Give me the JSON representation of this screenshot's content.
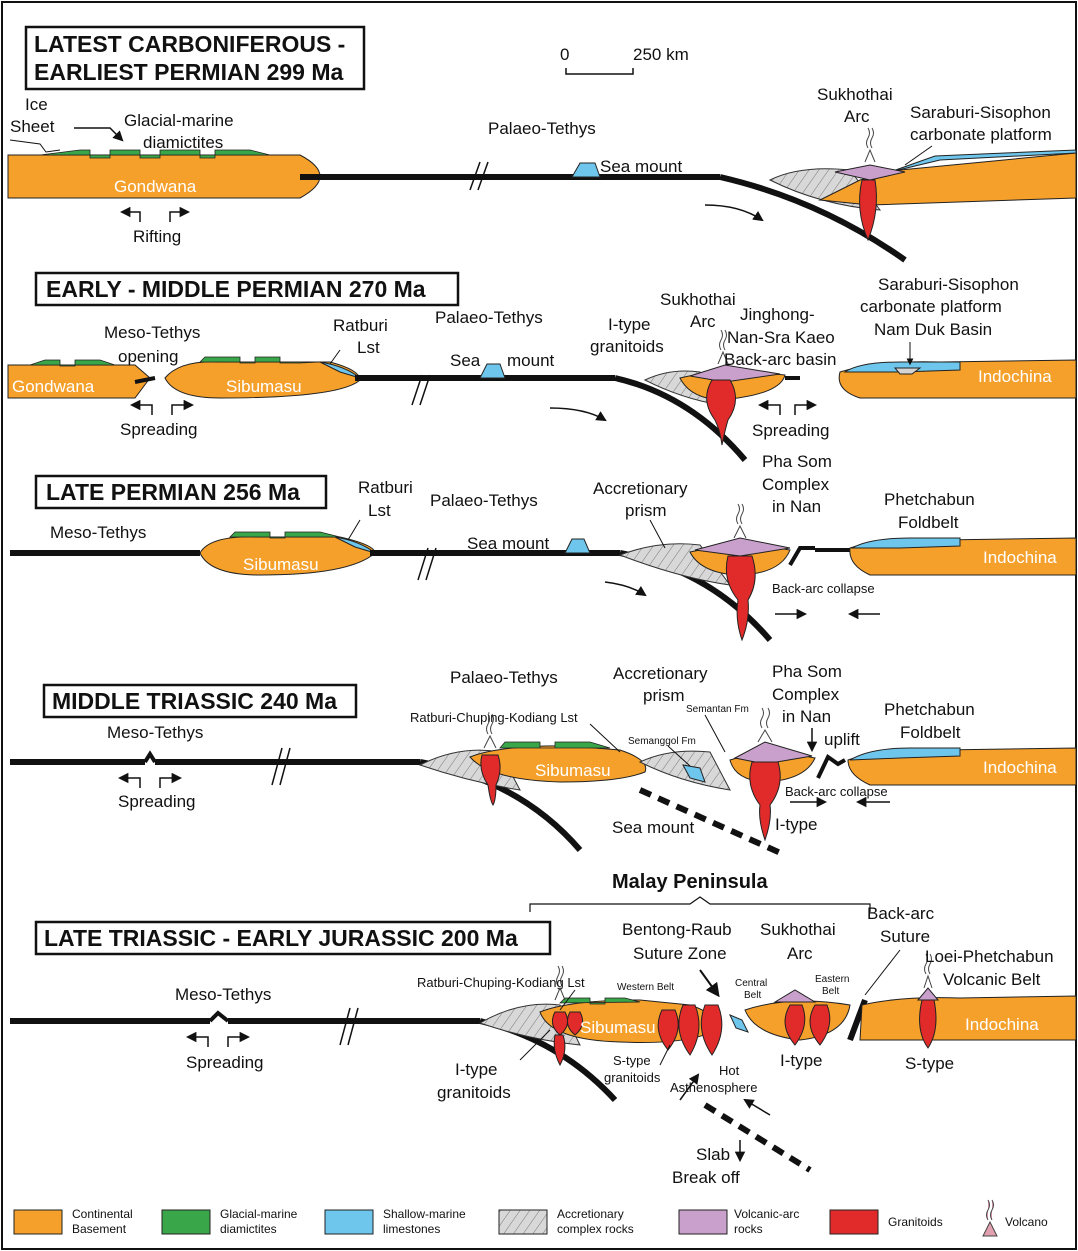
{
  "scale_bar": {
    "zero": "0",
    "distance": "250 km"
  },
  "panels": [
    {
      "title_line1": "LATEST CARBONIFEROUS -",
      "title_line2": "EARLIEST PERMIAN 299 Ma",
      "labels": {
        "ice": "Ice",
        "sheet": "Sheet",
        "glacial1": "Glacial-marine",
        "glacial2": "diamictites",
        "gondwana": "Gondwana",
        "rifting": "Rifting",
        "palaeo_tethys": "Palaeo-Tethys",
        "sea_mount": "Sea mount",
        "sukhothai": "Sukhothai",
        "arc": "Arc",
        "saraburi1": "Saraburi-Sisophon",
        "saraburi2": "carbonate platform"
      }
    },
    {
      "title": "EARLY - MIDDLE PERMIAN 270 Ma",
      "labels": {
        "meso1": "Meso-Tethys",
        "meso2": "opening",
        "ratburi1": "Ratburi",
        "ratburi2": "Lst",
        "palaeo_tethys": "Palaeo-Tethys",
        "sea": "Sea",
        "mount": "mount",
        "gondwana": "Gondwana",
        "sibumasu": "Sibumasu",
        "spreading_left": "Spreading",
        "itype1": "I-type",
        "itype2": "granitoids",
        "sukhothai": "Sukhothai",
        "arc": "Arc",
        "jinghong1": "Jinghong-",
        "jinghong2": "Nan-Sra Kaeo",
        "jinghong3": "Back-arc basin",
        "saraburi1": "Saraburi-Sisophon",
        "saraburi2": "carbonate platform",
        "namduk": "Nam Duk Basin",
        "indochina": "Indochina",
        "spreading_right": "Spreading"
      }
    },
    {
      "title": "LATE PERMIAN 256 Ma",
      "labels": {
        "meso": "Meso-Tethys",
        "ratburi1": "Ratburi",
        "ratburi2": "Lst",
        "palaeo_tethys": "Palaeo-Tethys",
        "sibumasu": "Sibumasu",
        "sea_mount": "Sea mount",
        "accretionary1": "Accretionary",
        "accretionary2": "prism",
        "phasom1": "Pha Som",
        "phasom2": "Complex",
        "phasom3": "in Nan",
        "phetchabun1": "Phetchabun",
        "phetchabun2": "Foldbelt",
        "indochina": "Indochina",
        "backarc_collapse": "Back-arc collapse"
      }
    },
    {
      "title": "MIDDLE TRIASSIC 240 Ma",
      "labels": {
        "meso": "Meso-Tethys",
        "spreading": "Spreading",
        "palaeo_tethys": "Palaeo-Tethys",
        "ratburi": "Ratburi-Chuping-Kodiang Lst",
        "accretionary1": "Accretionary",
        "accretionary2": "prism",
        "semantan": "Semantan Fm",
        "semanggol": "Semanggol Fm",
        "sibumasu": "Sibumasu",
        "phasom1": "Pha Som",
        "phasom2": "Complex",
        "phasom3": "in Nan",
        "uplift": "uplift",
        "phetchabun1": "Phetchabun",
        "phetchabun2": "Foldbelt",
        "indochina": "Indochina",
        "backarc_collapse": "Back-arc collapse",
        "sea_mount": "Sea mount",
        "itype": "I-type"
      }
    },
    {
      "title": "LATE TRIASSIC - EARLY JURASSIC 200 Ma",
      "labels": {
        "malay": "Malay Peninsula",
        "bentong1": "Bentong-Raub",
        "bentong2": "Suture Zone",
        "sukhothai": "Sukhothai",
        "arc": "Arc",
        "backarc1": "Back-arc",
        "backarc2": "Suture",
        "loei1": "Loei-Phetchabun",
        "loei2": "Volcanic Belt",
        "meso": "Meso-Tethys",
        "ratburi": "Ratburi-Chuping-Kodiang Lst",
        "western": "Western Belt",
        "central1": "Central",
        "central2": "Belt",
        "eastern1": "Eastern",
        "eastern2": "Belt",
        "sibumasu": "Sibumasu",
        "indochina": "Indochina",
        "spreading": "Spreading",
        "itype_left1": "I-type",
        "itype_left2": "granitoids",
        "stype1": "S-type",
        "stype2": "granitoids",
        "hot": "Hot",
        "asthenosphere": "Asthenosphere",
        "itype_mid": "I-type",
        "stype_right": "S-type",
        "slab1": "Slab",
        "slab2": "Break off"
      }
    }
  ],
  "legend": [
    {
      "line1": "Continental",
      "line2": "Basement",
      "color": "#f5a02a",
      "icon": "continental-swatch"
    },
    {
      "line1": "Glacial-marine",
      "line2": "diamictites",
      "color": "#3aa64a",
      "icon": "glacial-swatch"
    },
    {
      "line1": "Shallow-marine",
      "line2": "limestones",
      "color": "#6fc6ec",
      "icon": "limestone-swatch"
    },
    {
      "line1": "Accretionary",
      "line2": "complex rocks",
      "color": "#d4d4d4",
      "icon": "accretionary-swatch"
    },
    {
      "line1": "Volcanic-arc",
      "line2": "rocks",
      "color": "#c9a0cc",
      "icon": "volcanic-swatch"
    },
    {
      "line1": "Granitoids",
      "line2": "",
      "color": "#e12a2a",
      "icon": "granitoid-swatch"
    },
    {
      "line1": "Volcano",
      "line2": "",
      "color": "#e0a0b0",
      "icon": "volcano-icon"
    }
  ],
  "colors": {
    "continental": "#f5a02a",
    "glacial": "#3aa64a",
    "limestone": "#6fc6ec",
    "accretionary": "#d4d4d4",
    "volcanic": "#c9a0cc",
    "granitoid": "#e12a2a",
    "plate": "#111111"
  }
}
